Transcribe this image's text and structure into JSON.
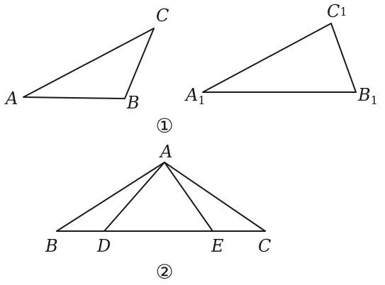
{
  "figure1": {
    "caption": "①",
    "triangle_left": {
      "A": "A",
      "B": "B",
      "C": "C"
    },
    "triangle_right": {
      "A1": {
        "letter": "A",
        "sub": "1"
      },
      "B1": {
        "letter": "B",
        "sub": "1"
      },
      "C1": {
        "letter": "C",
        "sub": "1"
      }
    }
  },
  "figure2": {
    "caption": "②",
    "labels": {
      "A": "A",
      "B": "B",
      "C": "C",
      "D": "D",
      "E": "E"
    }
  },
  "colors": {
    "stroke": "#1a1a1a",
    "background": "#ffffff"
  }
}
